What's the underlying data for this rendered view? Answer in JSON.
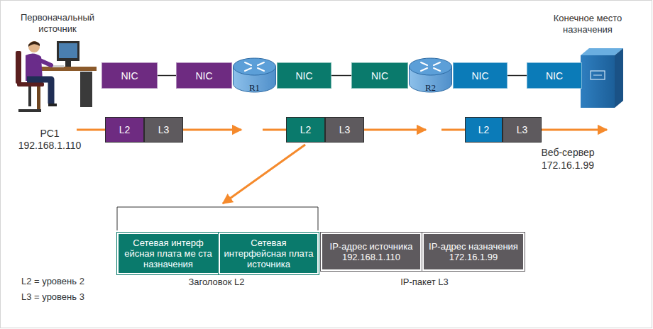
{
  "diagram": {
    "nodes": [
      {
        "text": [
          "NIC"
        ]
      },
      {
        "text": [
          "NIC"
        ]
      },
      {
        "text": [
          "R1"
        ]
      },
      {
        "text": [
          "NIC"
        ]
      },
      {
        "text": [
          "NIC"
        ]
      },
      {
        "text": [
          "R2"
        ]
      },
      {
        "text": [
          "NIC"
        ]
      },
      {
        "text": [
          "NIC"
        ]
      },
      {
        "text": [
          "L2"
        ]
      },
      {
        "text": [
          "L3"
        ]
      },
      {
        "text": [
          "L2"
        ]
      },
      {
        "text": [
          "L3"
        ]
      },
      {
        "text": [
          "L2"
        ]
      },
      {
        "text": [
          "L3"
        ]
      },
      {
        "text": [
          "Сетевая интерф ейсная плата ме ста назначения"
        ]
      },
      {
        "text": [
          "Сетевая интерфейсная плата источника"
        ]
      },
      {
        "text": [
          "IP-адрес источника 192.168.1.110"
        ]
      },
      {
        "text": [
          "IP-адрес назначения 172.16.1.99"
        ]
      }
    ],
    "edges": [
      {
        "from": 0,
        "to": 1,
        "arrow": "none"
      },
      {
        "from": 3,
        "to": 4,
        "arrow": "none"
      },
      {
        "from": 6,
        "to": 7,
        "arrow": "none"
      }
    ],
    "labels": [
      "Первоначальный источник",
      "Конечное место назначения",
      "PC1",
      "192.168.1.110",
      "Веб-сервер",
      "172.16.1.99",
      "Заголовок L2",
      "IP-пакет L3",
      "L2 = уровень 2",
      "L3 = уровень 3"
    ]
  }
}
